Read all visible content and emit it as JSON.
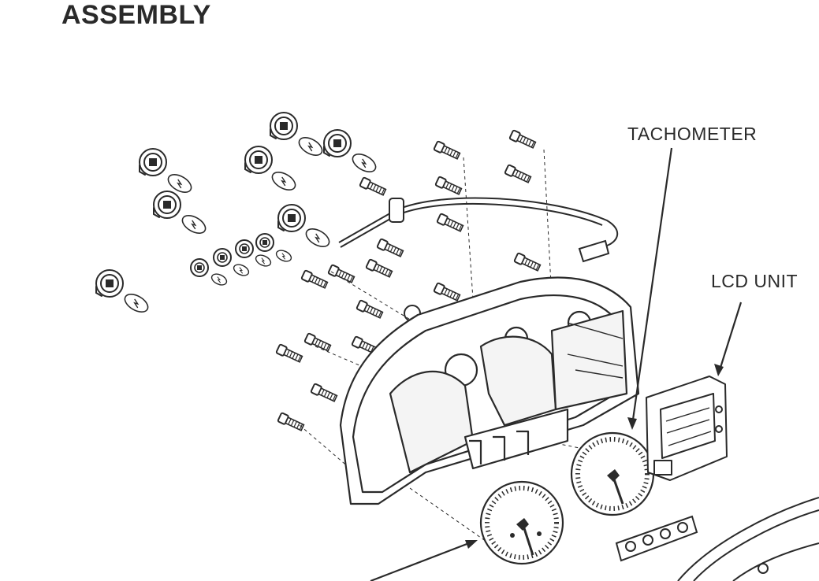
{
  "heading": "ASSEMBLY",
  "labels": {
    "tachometer": "TACHOMETER",
    "lcd_unit": "LCD UNIT"
  },
  "colors": {
    "ink": "#2a2a2a",
    "paper": "#ffffff",
    "shade": "#cfcfcf"
  }
}
